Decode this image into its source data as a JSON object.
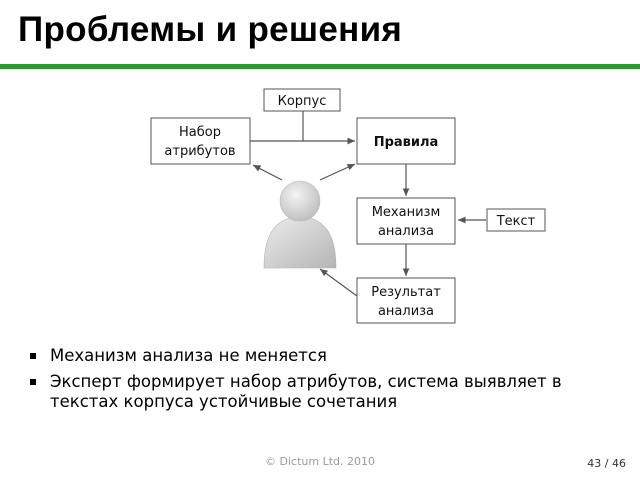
{
  "slide": {
    "title": "Проблемы и решения",
    "accent_color": "#2e9a2e"
  },
  "diagram": {
    "nodes": {
      "corpus": [
        "Корпус"
      ],
      "attributes": [
        "Набор",
        "атрибутов"
      ],
      "rules": [
        "Правила"
      ],
      "mechanism": [
        "Механизм",
        "анализа"
      ],
      "text": [
        "Текст"
      ],
      "result": [
        "Результат",
        "анализа"
      ]
    },
    "expert_icon": "person-icon"
  },
  "bullets": [
    "Механизм анализа не меняется",
    "Эксперт формирует набор атрибутов, система выявляет в текстах корпуса устойчивые сочетания"
  ],
  "footer": {
    "copyright": "© Dictum Ltd. 2010",
    "page_current": "43",
    "page_separator": "/",
    "page_total": "46"
  }
}
